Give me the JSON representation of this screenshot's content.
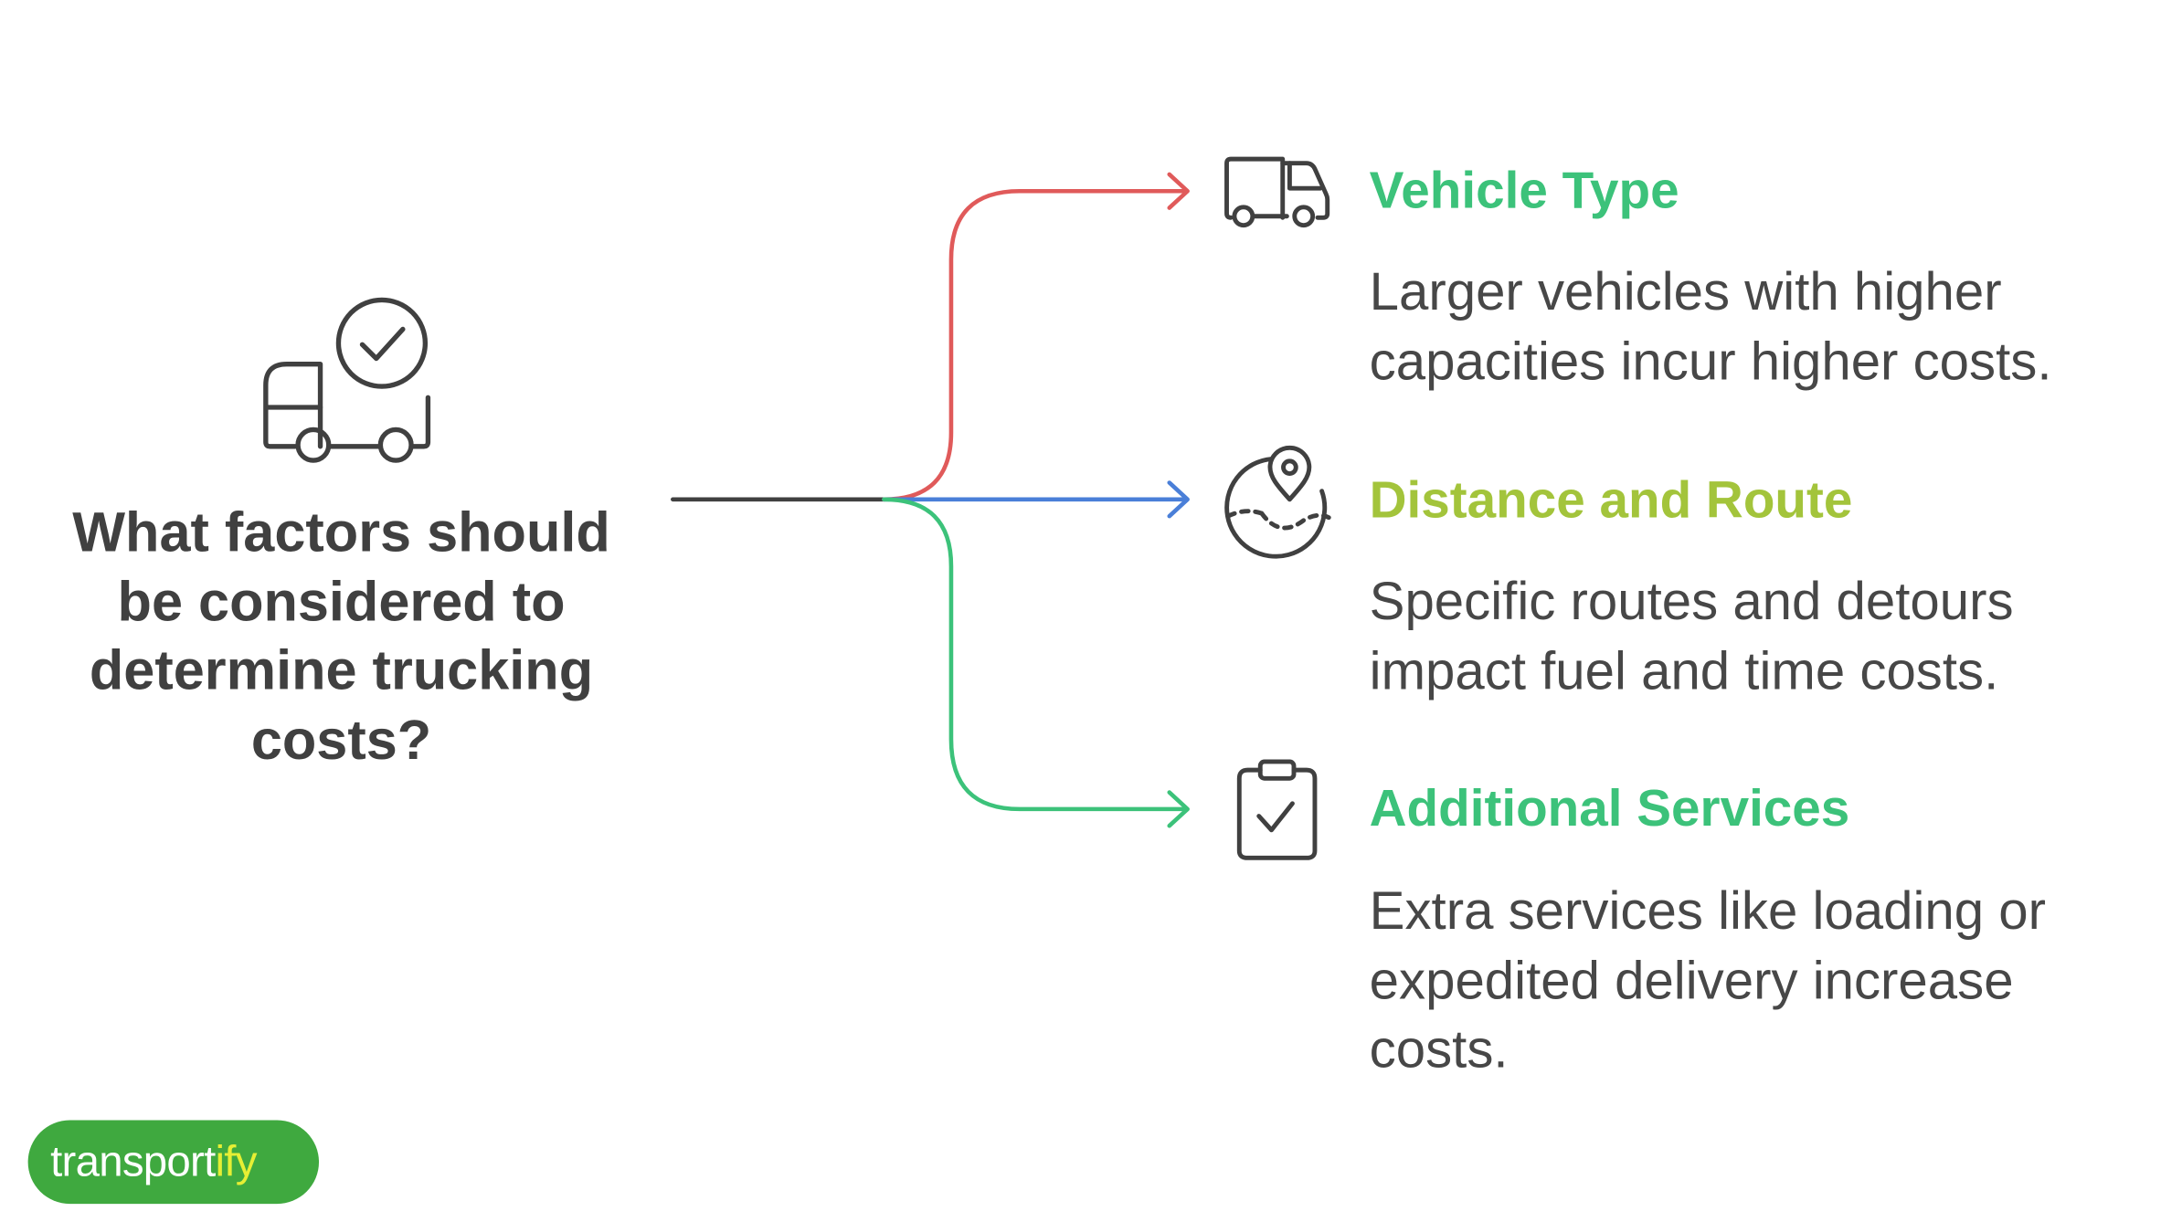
{
  "question": {
    "lines": [
      "What factors should",
      "be considered to",
      "determine trucking",
      "costs?"
    ]
  },
  "items": [
    {
      "title": "Vehicle Type",
      "title_color": "#3cc27a",
      "branch_color": "#e05a5a",
      "icon": "truck-icon",
      "desc_lines": [
        "Larger vehicles with higher",
        "capacities incur higher costs."
      ]
    },
    {
      "title": "Distance and Route",
      "title_color": "#a3c43b",
      "branch_color": "#4a7fd8",
      "icon": "map-pin-icon",
      "desc_lines": [
        "Specific routes and detours",
        "impact fuel and time costs."
      ]
    },
    {
      "title": "Additional Services",
      "title_color": "#3cc27a",
      "branch_color": "#3cc27a",
      "icon": "clipboard-check-icon",
      "desc_lines": [
        "Extra services like loading or",
        "expedited delivery increase",
        "costs."
      ]
    }
  ],
  "central_icon": "truck-check-icon",
  "logo": {
    "brand_white": "transport",
    "brand_yellow": "ify",
    "background": "#3fa93f",
    "accent": "#e6ef34"
  }
}
